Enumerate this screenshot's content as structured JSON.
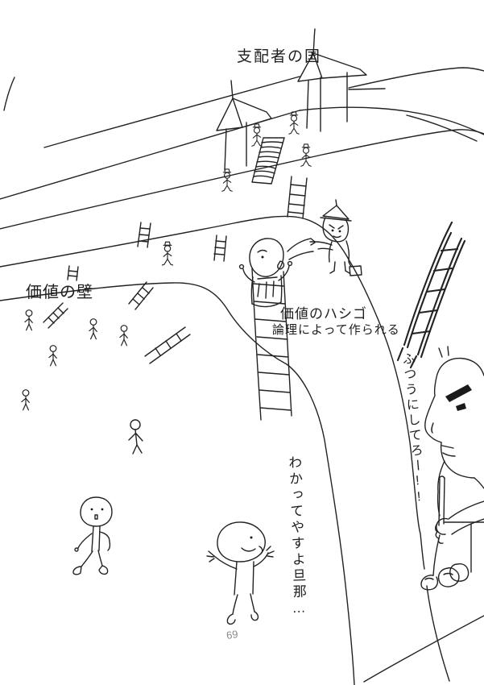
{
  "colors": {
    "paper": "#ffffff",
    "ink": "#1f1f1f",
    "faint_page_number": "#8a8a8a"
  },
  "labels": {
    "rulers_country": "支配者の国",
    "wall_of_value": "価値の壁",
    "value_ladder_line1": "価値のハシゴ",
    "value_ladder_line2": "論理によって作られる",
    "master_shout": "ふつうにしてろー!!",
    "servant_reply": "わかってやすよ旦那…",
    "page_number": "69"
  }
}
